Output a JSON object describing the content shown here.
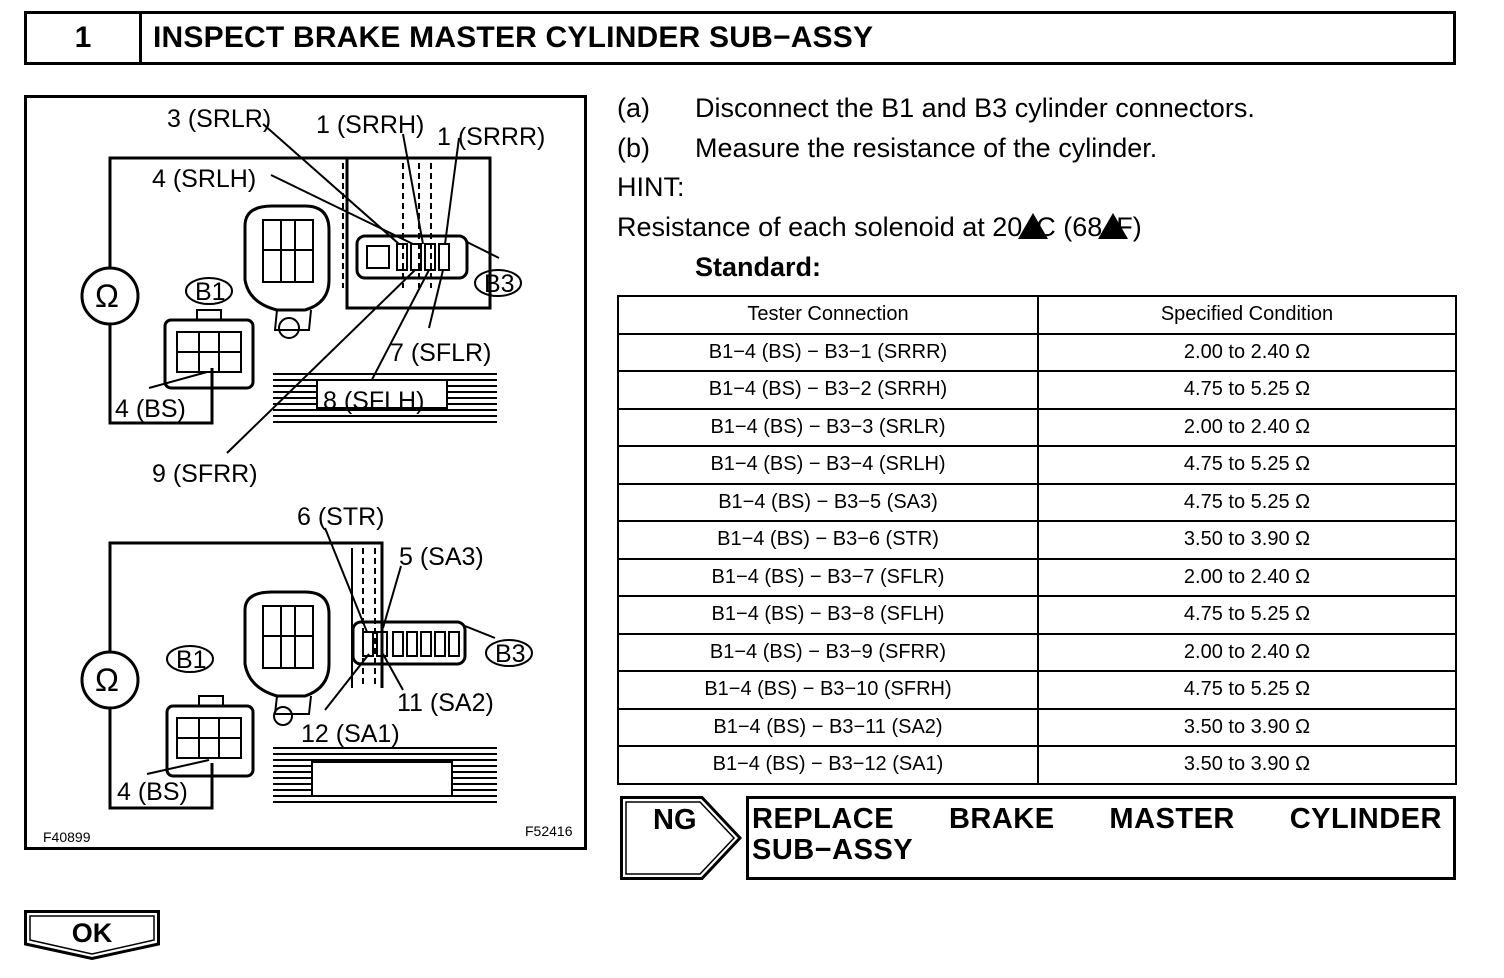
{
  "header": {
    "step_number": "1",
    "title": "INSPECT BRAKE MASTER CYLINDER SUB−ASSY"
  },
  "diagram": {
    "labels": {
      "srlr": "3 (SRLR)",
      "srrh": "1 (SRRH)",
      "srrr": "1 (SRRR)",
      "srlh": "4 (SRLH)",
      "b1_top": "B1",
      "b3_top": "B3",
      "sflr": "7 (SFLR)",
      "sflh": "8 (SFLH)",
      "bs_top": "4 (BS)",
      "sfrr": "9 (SFRR)",
      "str": "6 (STR)",
      "sa3": "5 (SA3)",
      "b1_bottom": "B1",
      "b3_bottom": "B3",
      "sa2": "11 (SA2)",
      "sa1": "12 (SA1)",
      "bs_bottom": "4 (BS)",
      "ohm": "Ω"
    },
    "code_left": "F40899",
    "code_right": "F52416"
  },
  "instructions": {
    "step_a_marker": "(a)",
    "step_a_text": "Disconnect the B1 and B3 cylinder connectors.",
    "step_b_marker": "(b)",
    "step_b_text": "Measure the resistance of the cylinder.",
    "hint": "HINT:",
    "resistance_prefix": "Resistance of each solenoid at 20",
    "resistance_c": "C (68",
    "resistance_f": "F)",
    "standard": "Standard:"
  },
  "table": {
    "headers": [
      "Tester Connection",
      "Specified Condition"
    ],
    "rows": [
      [
        "B1−4 (BS) − B3−1 (SRRR)",
        "2.00 to 2.40 Ω"
      ],
      [
        "B1−4 (BS) − B3−2 (SRRH)",
        "4.75 to 5.25 Ω"
      ],
      [
        "B1−4 (BS) − B3−3 (SRLR)",
        "2.00 to 2.40 Ω"
      ],
      [
        "B1−4 (BS) − B3−4 (SRLH)",
        "4.75 to 5.25 Ω"
      ],
      [
        "B1−4 (BS) − B3−5 (SA3)",
        "4.75 to 5.25 Ω"
      ],
      [
        "B1−4 (BS) − B3−6 (STR)",
        "3.50 to 3.90 Ω"
      ],
      [
        "B1−4 (BS) − B3−7 (SFLR)",
        "2.00 to 2.40 Ω"
      ],
      [
        "B1−4 (BS) − B3−8 (SFLH)",
        "4.75 to 5.25 Ω"
      ],
      [
        "B1−4 (BS) − B3−9 (SFRR)",
        "2.00 to 2.40 Ω"
      ],
      [
        "B1−4 (BS) − B3−10 (SFRH)",
        "4.75 to 5.25 Ω"
      ],
      [
        "B1−4 (BS) − B3−11 (SA2)",
        "3.50 to 3.90 Ω"
      ],
      [
        "B1−4 (BS) − B3−12 (SA1)",
        "3.50 to 3.90 Ω"
      ]
    ]
  },
  "ng": {
    "label": "NG",
    "action_words": [
      "REPLACE",
      "BRAKE",
      "MASTER",
      "CYLINDER"
    ],
    "action_line2": "SUB−ASSY"
  },
  "ok": {
    "label": "OK"
  }
}
